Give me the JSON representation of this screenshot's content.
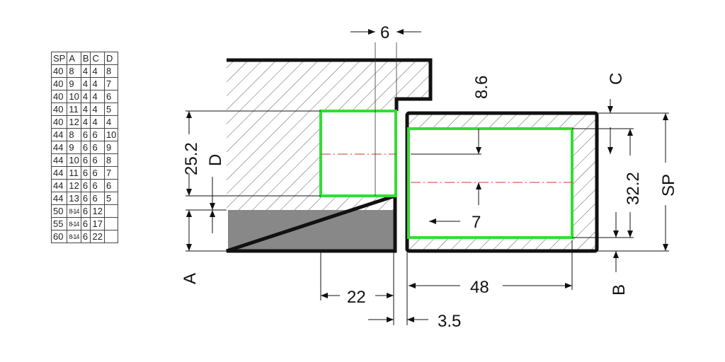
{
  "table": {
    "headers": [
      "SP",
      "A",
      "B",
      "C",
      "D"
    ],
    "rows": [
      [
        "40",
        "8",
        "4",
        "4",
        "8"
      ],
      [
        "40",
        "9",
        "4",
        "4",
        "7"
      ],
      [
        "40",
        "10",
        "4",
        "4",
        "6"
      ],
      [
        "40",
        "11",
        "4",
        "4",
        "5"
      ],
      [
        "40",
        "12",
        "4",
        "4",
        "4"
      ],
      [
        "44",
        "8",
        "6",
        "6",
        "10"
      ],
      [
        "44",
        "9",
        "6",
        "6",
        "9"
      ],
      [
        "44",
        "10",
        "6",
        "6",
        "8"
      ],
      [
        "44",
        "11",
        "6",
        "6",
        "7"
      ],
      [
        "44",
        "12",
        "6",
        "6",
        "6"
      ],
      [
        "44",
        "13",
        "6",
        "6",
        "5"
      ],
      [
        "50",
        "8-14",
        "6",
        "12",
        ""
      ],
      [
        "55",
        "8-14",
        "6",
        "17",
        ""
      ],
      [
        "60",
        "8-14",
        "6",
        "22",
        ""
      ]
    ]
  },
  "dimensions": {
    "top_gap": "6",
    "notch": "8.6",
    "c": "C",
    "left_height": "25.2",
    "d": "D",
    "right_inner": "32.2",
    "sp": "SP",
    "offset": "7",
    "a": "A",
    "b": "B",
    "left_width": "22",
    "right_width": "48",
    "gap": "3.5"
  },
  "colors": {
    "outline": "#111111",
    "green": "#33dd33",
    "fill": "#888888",
    "centerline": "#cc3333"
  }
}
